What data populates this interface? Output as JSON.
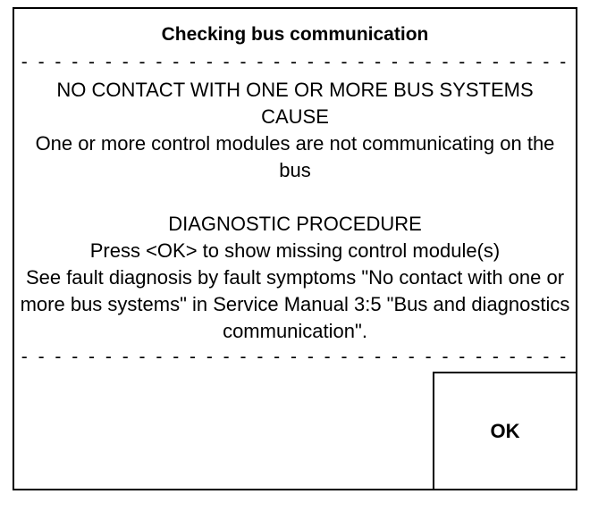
{
  "dialog": {
    "title": "Checking bus communication",
    "divider_top": "- - - - - - - - - - - - - - - - - - - - - - - - - - - - - - - - -",
    "heading_no_contact": "NO CONTACT WITH ONE OR MORE BUS SYSTEMS",
    "heading_cause": "CAUSE",
    "cause_text": "One or more control modules are not communicating on the bus",
    "heading_procedure": "DIAGNOSTIC PROCEDURE",
    "procedure_step_1": "Press <OK> to show missing control module(s)",
    "procedure_step_2": "See fault diagnosis by fault symptoms \"No contact with one or more bus systems\" in Service Manual 3:5 \"Bus and diagnostics communication\".",
    "divider_bottom": "- - - - - - - - - - - - - - - - - - - - - - - - - - - - - - - - -",
    "ok_label": "OK"
  }
}
